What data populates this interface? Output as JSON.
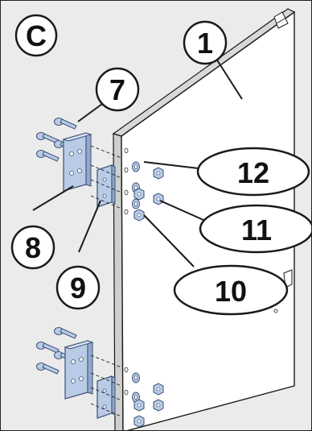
{
  "figure_label": "C",
  "callouts": [
    {
      "id": "1",
      "label": "1"
    },
    {
      "id": "7",
      "label": "7"
    },
    {
      "id": "8",
      "label": "8"
    },
    {
      "id": "9",
      "label": "9"
    },
    {
      "id": "10",
      "label": "10"
    },
    {
      "id": "11",
      "label": "11"
    },
    {
      "id": "12",
      "label": "12"
    }
  ],
  "colors": {
    "background": "#ebebeb",
    "panel": "#ffffff",
    "hardware": "#b9cbe6",
    "hardware_stroke": "#3b5275",
    "outline": "#1a1a1a"
  }
}
